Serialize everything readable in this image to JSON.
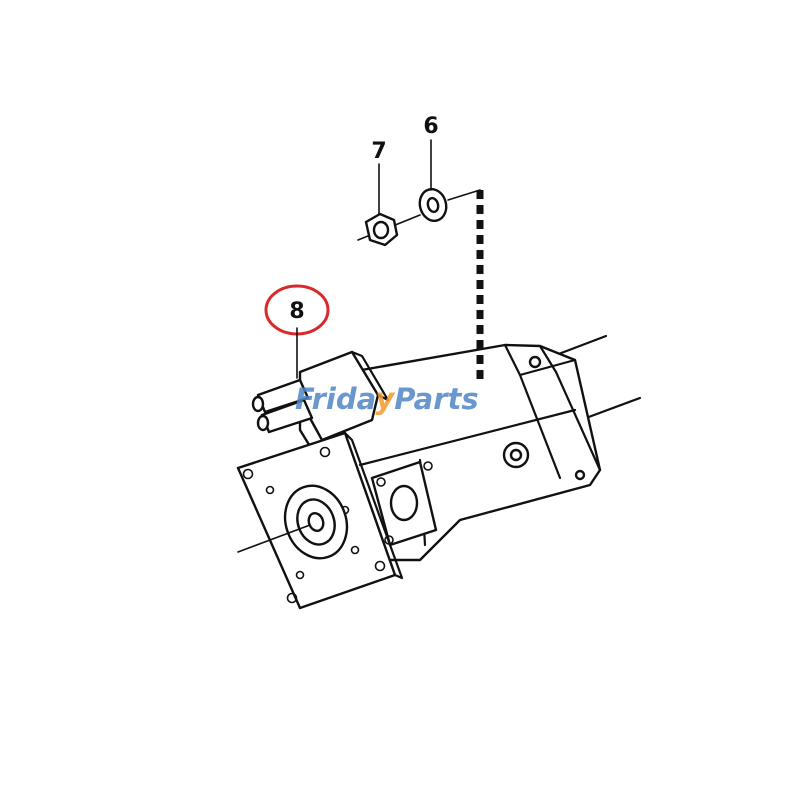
{
  "callouts": {
    "part_7": "7",
    "part_6": "6",
    "part_8": "8"
  },
  "highlight": {
    "color": "#d9292b",
    "callout": "8"
  },
  "watermark": {
    "text_blue_1": "Frida",
    "text_orange": "y",
    "text_blue_2": "Parts",
    "color_blue": "#4f86c6",
    "color_orange": "#f39a2b"
  }
}
